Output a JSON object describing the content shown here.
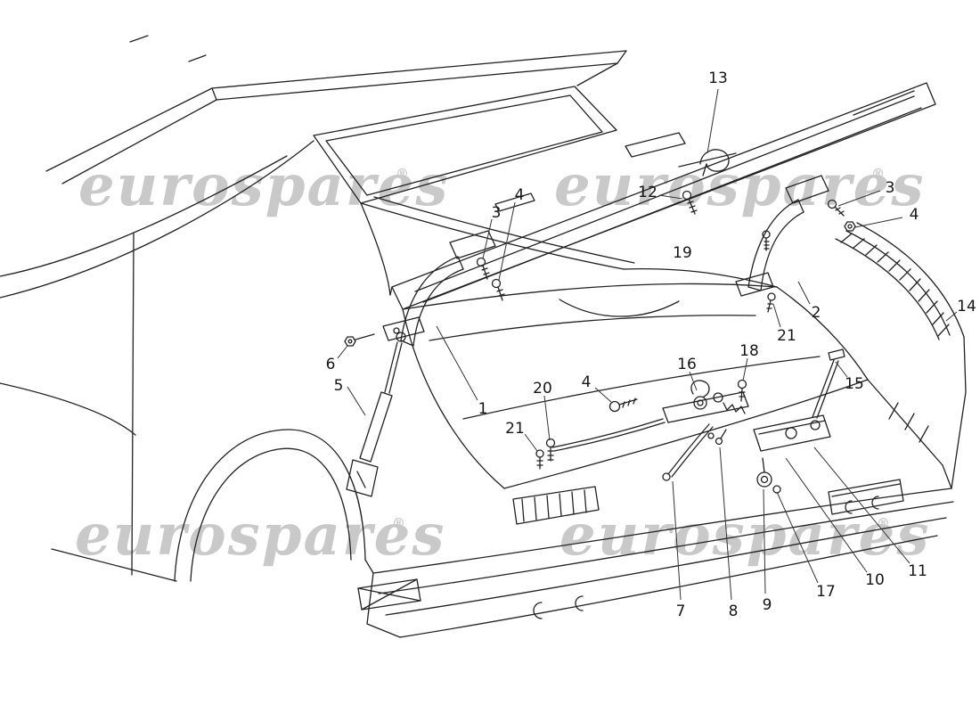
{
  "diagram": {
    "background_color": "#ffffff",
    "line_color": "#222222",
    "watermark": {
      "text": "eurospares",
      "mark": "®",
      "color": "#c9c9c9"
    },
    "callouts": [
      {
        "label": "13"
      },
      {
        "label": "12"
      },
      {
        "label": "3"
      },
      {
        "label": "4"
      },
      {
        "label": "19"
      },
      {
        "label": "2"
      },
      {
        "label": "21"
      },
      {
        "label": "14"
      },
      {
        "label": "3"
      },
      {
        "label": "4"
      },
      {
        "label": "6"
      },
      {
        "label": "5"
      },
      {
        "label": "1"
      },
      {
        "label": "20"
      },
      {
        "label": "4"
      },
      {
        "label": "21"
      },
      {
        "label": "16"
      },
      {
        "label": "18"
      },
      {
        "label": "15"
      },
      {
        "label": "7"
      },
      {
        "label": "8"
      },
      {
        "label": "9"
      },
      {
        "label": "17"
      },
      {
        "label": "10"
      },
      {
        "label": "11"
      }
    ]
  }
}
